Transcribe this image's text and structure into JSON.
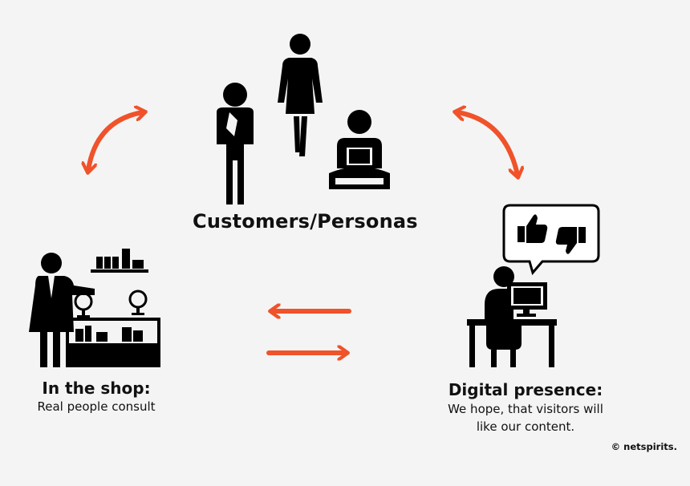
{
  "title": "Customers/Personas",
  "shop": {
    "heading": "In the shop:",
    "subtitle": "Real people consult"
  },
  "digital": {
    "heading": "Digital presence:",
    "line1": "We hope, that visitors will",
    "line2": "like our content."
  },
  "copyright": "© netspirits.",
  "colors": {
    "arrow": "#f0522a",
    "figure": "#000000",
    "background": "#f4f4f4"
  },
  "icons": [
    "customers-group-icon",
    "shop-assistant-icon",
    "computer-user-icon",
    "thumbs-up-icon",
    "thumbs-down-icon"
  ]
}
